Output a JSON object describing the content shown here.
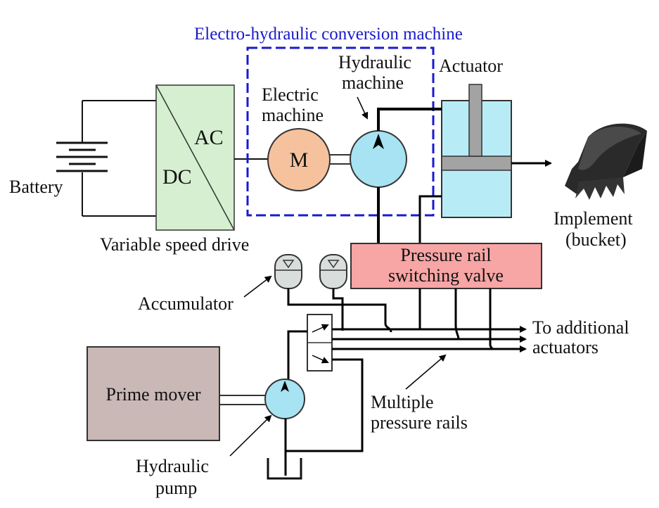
{
  "colors": {
    "frame_blue": "#1a1acc",
    "drive_fill": "#d5efd0",
    "motor_fill": "#f6c29e",
    "hydraulic_fill": "#a7e3f2",
    "cylinder_fill": "#b7ecf7",
    "piston_fill": "#a3a3a3",
    "valve_fill": "#f7a5a5",
    "accumulator_fill": "#d9dedc",
    "prime_mover_fill": "#c9b8b6"
  },
  "labels": {
    "conversion_machine": "Electro-hydraulic conversion machine",
    "hydraulic_machine_line1": "Hydraulic",
    "hydraulic_machine_line2": "machine",
    "actuator": "Actuator",
    "electric_machine_line1": "Electric",
    "electric_machine_line2": "machine",
    "motor_symbol": "M",
    "ac": "AC",
    "dc": "DC",
    "battery": "Battery",
    "variable_speed_drive": "Variable speed drive",
    "implement_line1": "Implement",
    "implement_line2": "(bucket)",
    "valve_line1": "Pressure rail",
    "valve_line2": "switching valve",
    "accumulator": "Accumulator",
    "to_additional_line1": "To additional",
    "to_additional_line2": "actuators",
    "prime_mover": "Prime mover",
    "multiple_rails_line1": "Multiple",
    "multiple_rails_line2": "pressure rails",
    "hydraulic_pump_line1": "Hydraulic",
    "hydraulic_pump_line2": "pump"
  },
  "icons": {
    "bucket": "excavator-bucket-icon"
  }
}
